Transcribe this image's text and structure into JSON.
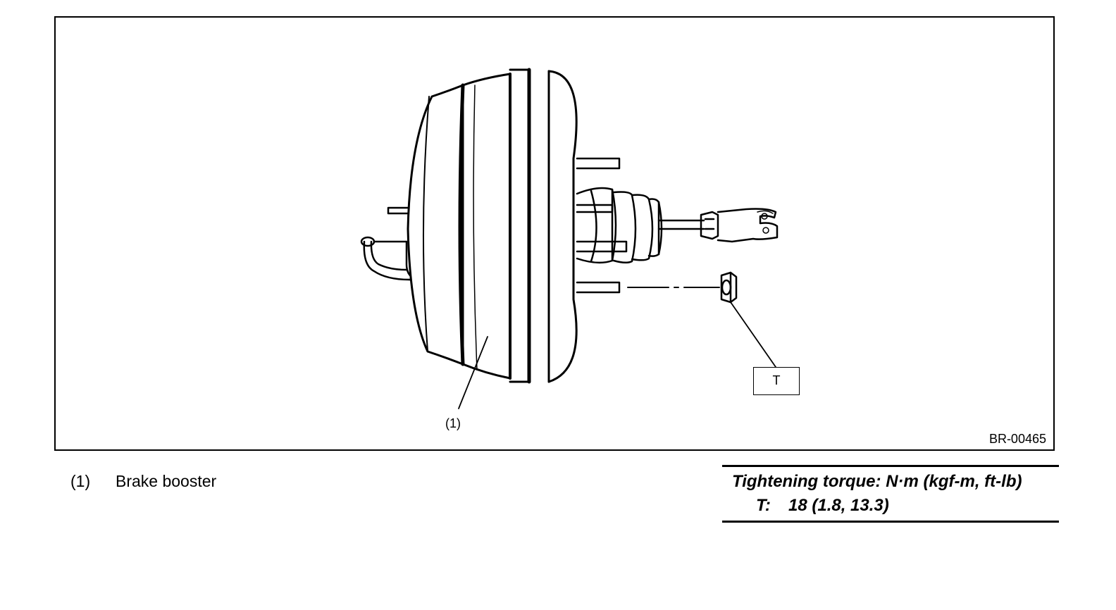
{
  "figure": {
    "id_code": "BR-00465",
    "callouts": {
      "part_1": "(1)",
      "torque_marker": "T"
    }
  },
  "legend": [
    {
      "number": "(1)",
      "name": "Brake booster"
    }
  ],
  "torque": {
    "title": "Tightening torque: N·m (kgf-m, ft-lb)",
    "rows": [
      {
        "key": "T:",
        "value": "18 (1.8, 13.3)"
      }
    ]
  }
}
